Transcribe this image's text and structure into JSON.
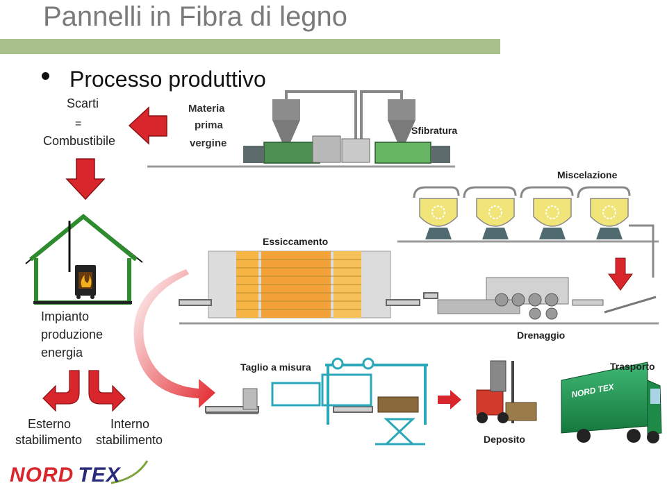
{
  "title": "Pannelli in Fibra di legno",
  "bullet": "Processo produttivo",
  "left_labels": {
    "scarti": "Scarti",
    "equals": "=",
    "combustibile": "Combustibile",
    "impianto": "Impianto",
    "produzione": "produzione",
    "energia": "energia",
    "esterno_1": "Esterno",
    "esterno_2": "stabilimento",
    "interno_1": "Interno",
    "interno_2": "stabilimento"
  },
  "materia": {
    "line1": "Materia",
    "line2": "prima",
    "line3": "vergine"
  },
  "stages": {
    "sfibratura": "Sfibratura",
    "miscelazione": "Miscelazione",
    "essiccamento": "Essiccamento",
    "drenaggio": "Drenaggio",
    "taglio": "Taglio a  misura",
    "trasporto": "Trasporto",
    "deposito": "Deposito"
  },
  "truck_brand": "NORD TEX",
  "logo": {
    "part1": "NORD",
    "part2": "TEX"
  },
  "colors": {
    "arrow_red": "#d8262c",
    "title_bar": "#a9c08a",
    "house_green": "#2e8b2e",
    "machine_green": "#5aa05a",
    "mixer_yellow": "#f1e57a",
    "dryer_orange": "#f3a23a",
    "structure_cyan": "#2aa7b8",
    "truck_green": "#1f9a52"
  }
}
